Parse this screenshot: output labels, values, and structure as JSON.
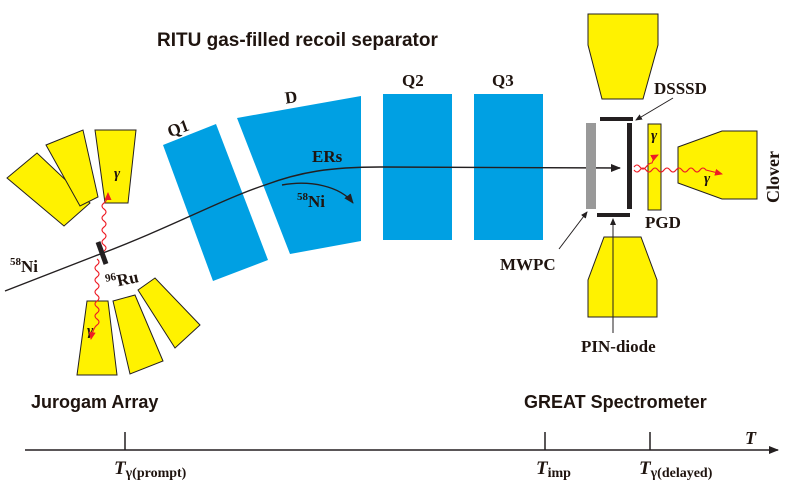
{
  "title": "RITU gas-filled recoil separator",
  "separator": {
    "magnets": [
      "Q1",
      "D",
      "Q2",
      "Q3"
    ],
    "ers_label": "ERs",
    "beam_deflected_mass": "58",
    "beam_deflected_element": "Ni"
  },
  "target": {
    "beam_mass": "58",
    "beam_element": "Ni",
    "target_mass": "96",
    "target_element": "Ru"
  },
  "gamma_symbol": "γ",
  "focal_plane": {
    "labels": {
      "dsssd": "DSSSD",
      "clover": "Clover",
      "pgd": "PGD",
      "mwpc": "MWPC",
      "pin": "PIN-diode"
    }
  },
  "arrays": {
    "jurogam": "Jurogam Array",
    "great": "GREAT Spectrometer"
  },
  "timeline": {
    "axis_label": "T",
    "ticks": [
      {
        "main": "T",
        "sub": "γ(prompt)"
      },
      {
        "main": "T",
        "sub": "imp"
      },
      {
        "main": "T",
        "sub": "γ(delayed)"
      }
    ]
  },
  "colors": {
    "detector": "#fff200",
    "magnet": "#00a0e3",
    "gamma": "#ee1c25",
    "mwpc": "#999999"
  }
}
